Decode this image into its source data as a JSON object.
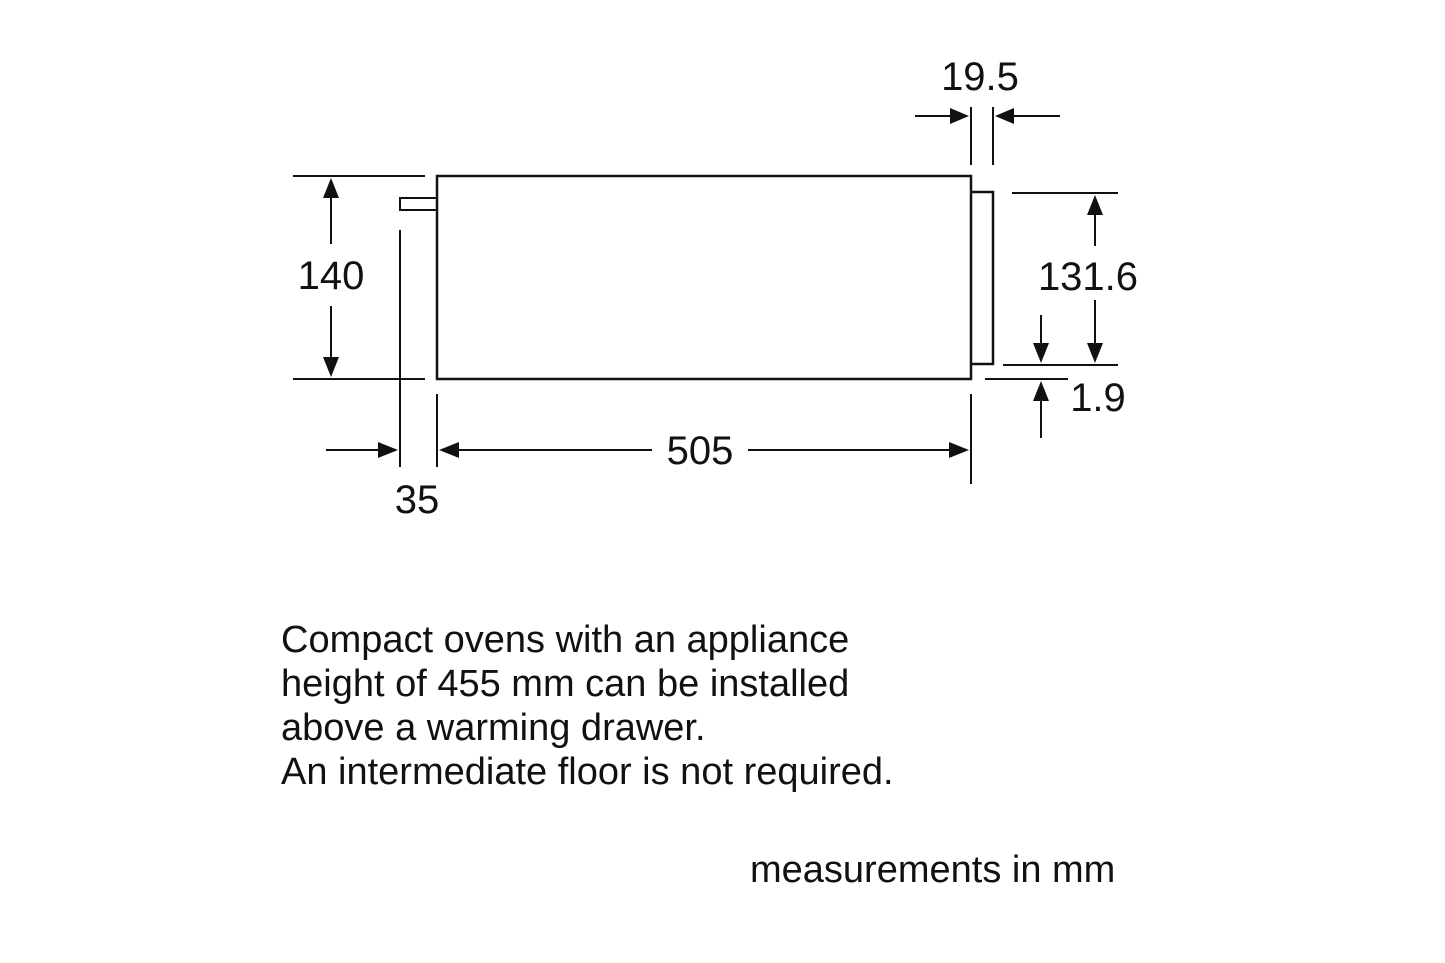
{
  "diagram": {
    "dimensions": {
      "depth_offset_top": "19.5",
      "front_height": "140",
      "back_height": "131.6",
      "bottom_gap": "1.9",
      "depth": "505",
      "front_offset": "35"
    }
  },
  "note": {
    "lines": [
      "Compact ovens with an appliance",
      "height of 455 mm can be installed",
      "above a warming drawer.",
      "An intermediate floor is not required."
    ]
  },
  "units_label": "measurements in mm"
}
